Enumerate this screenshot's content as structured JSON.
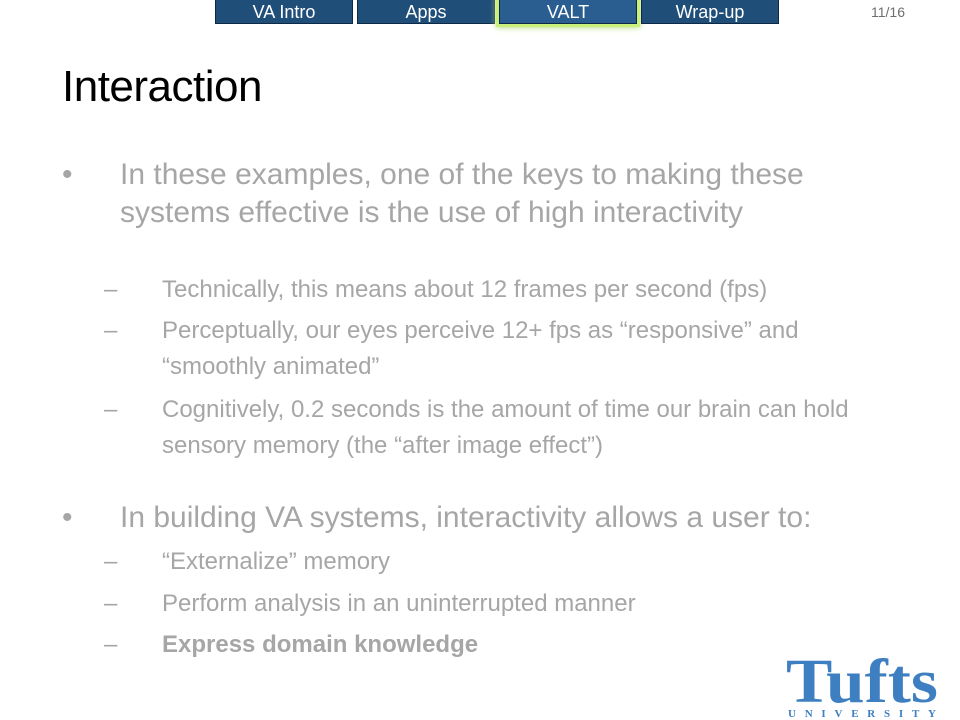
{
  "nav": {
    "tabs": [
      {
        "label": "VA Intro",
        "active": false
      },
      {
        "label": "Apps",
        "active": false
      },
      {
        "label": "VALT",
        "active": true
      },
      {
        "label": "Wrap-up",
        "active": false
      }
    ],
    "page_indicator": "11/16"
  },
  "slide": {
    "title": "Interaction",
    "bullets": [
      {
        "marker": "•",
        "text": "In these examples, one of the keys to making these systems effective is the use of high interactivity",
        "subitems": [
          {
            "marker": "–",
            "text": "Technically, this means about 12 frames per second (fps)"
          },
          {
            "marker": "–",
            "text": "Perceptually, our eyes perceive 12+ fps as “responsive” and “smoothly animated”"
          },
          {
            "marker": "–",
            "text": "Cognitively, 0.2 seconds is the amount of time our brain can hold sensory memory (the “after image effect”)"
          }
        ]
      },
      {
        "marker": "•",
        "text": "In building VA systems, interactivity allows a user to:",
        "subitems": [
          {
            "marker": "–",
            "text": "“Externalize” memory"
          },
          {
            "marker": "–",
            "text": "Perform analysis in an uninterrupted manner"
          },
          {
            "marker": "–",
            "text": "Express domain knowledge",
            "bold": true
          }
        ]
      }
    ]
  },
  "logo": {
    "wordmark": "Tufts",
    "subtitle": "UNIVERSITY",
    "color": "#3e7fc1"
  },
  "colors": {
    "nav_bg": "#1f4e79",
    "active_glow": "#c9f07a",
    "body_text": "#a6a6a6",
    "title_text": "#000000"
  }
}
